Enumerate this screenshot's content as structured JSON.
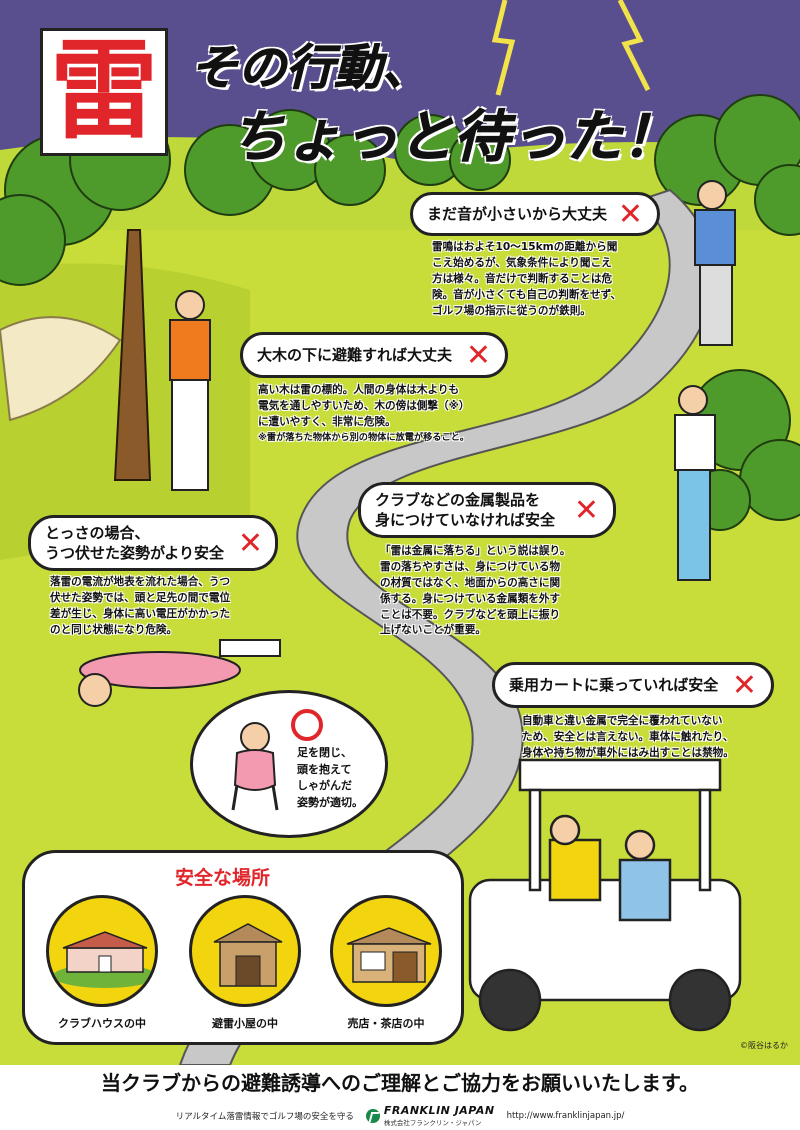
{
  "title": {
    "kanji": "雷",
    "line1": "その行動、",
    "line2": "ちょっと待った！"
  },
  "marks": {
    "cross": "✕"
  },
  "myths": {
    "sound": {
      "label": "まだ音が小さいから大丈夫",
      "note": [
        "雷鳴はおよそ10〜15kmの距離から聞",
        "こえ始めるが、気象条件により聞こえ",
        "方は様々。音だけで判断することは危",
        "険。音が小さくても自己の判断をせず、",
        "ゴルフ場の指示に従うのが鉄則。"
      ]
    },
    "tree": {
      "label": "大木の下に避難すれば大丈夫",
      "note": [
        "高い木は雷の標的。人間の身体は木よりも",
        "電気を通しやすいため、木の傍は側撃（※）",
        "に遭いやすく、非常に危険。"
      ],
      "footnote": "※雷が落ちた物体から別の物体に放電が移ること。"
    },
    "metal": {
      "label_lines": [
        "クラブなどの金属製品を",
        "身につけていなければ安全"
      ],
      "note": [
        "「雷は金属に落ちる」という説は誤り。",
        "雷の落ちやすさは、身につけている物",
        "の材質ではなく、地面からの高さに関",
        "係する。身につけている金属類を外す",
        "ことは不要。クラブなどを頭上に振り",
        "上げないことが重要。"
      ]
    },
    "prone": {
      "label_lines": [
        "とっさの場合、",
        "うつ伏せた姿勢がより安全"
      ],
      "note": [
        "落雷の電流が地表を流れた場合、うつ",
        "伏せた姿勢では、頭と足先の間で電位",
        "差が生じ、身体に高い電圧がかかった",
        "のと同じ状態になり危険。"
      ]
    },
    "cart": {
      "label": "乗用カートに乗っていれば安全",
      "note": [
        "自動車と違い金属で完全に覆われていない",
        "ため、安全とは言えない。車体に触れたり、",
        "身体や持ち物が車外にはみ出すことは禁物。"
      ]
    }
  },
  "correct": {
    "note": [
      "足を閉じ、",
      "頭を抱えて",
      "しゃがんだ",
      "姿勢が適切。"
    ]
  },
  "safe_places": {
    "title": "安全な場所",
    "items": [
      {
        "label": "クラブハウスの中"
      },
      {
        "label": "避雷小屋の中"
      },
      {
        "label": "売店・茶店の中"
      }
    ]
  },
  "credit": "©阪谷はるか",
  "footer": {
    "message": "当クラブからの避難誘導へのご理解とご協力をお願いいたします。",
    "tagline": "リアルタイム落雷情報でゴルフ場の安全を守る",
    "brand": "FRANKLIN JAPAN",
    "brand_kana": "株式会社フランクリン・ジャパン",
    "url": "http://www.franklinjapan.jp/"
  },
  "colors": {
    "sky": "#5a4f8e",
    "grass": "#c9dd3a",
    "path": "#c8c8c8",
    "accent_red": "#e0262b",
    "safe_yellow": "#f2d40f"
  }
}
